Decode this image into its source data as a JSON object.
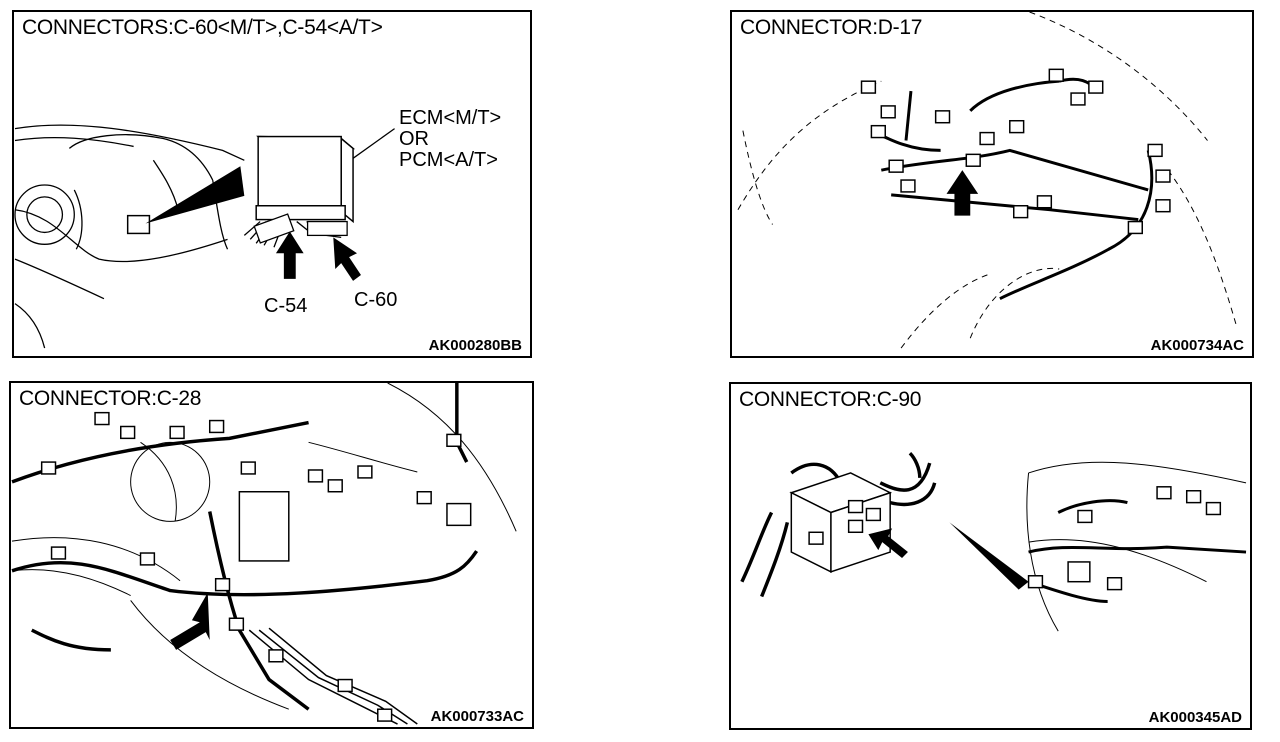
{
  "panels": [
    {
      "title": "CONNECTORS:C-60<M/T>,C-54<A/T>",
      "code": "AK000280BB",
      "labels": {
        "ecm": "ECM<M/T>",
        "or": "OR",
        "pcm": "PCM<A/T>",
        "c54": "C-54",
        "c60": "C-60"
      }
    },
    {
      "title": "CONNECTOR:D-17",
      "code": "AK000734AC"
    },
    {
      "title": "CONNECTOR:C-28",
      "code": "AK000733AC"
    },
    {
      "title": "CONNECTOR:C-90",
      "code": "AK000345AD"
    }
  ]
}
